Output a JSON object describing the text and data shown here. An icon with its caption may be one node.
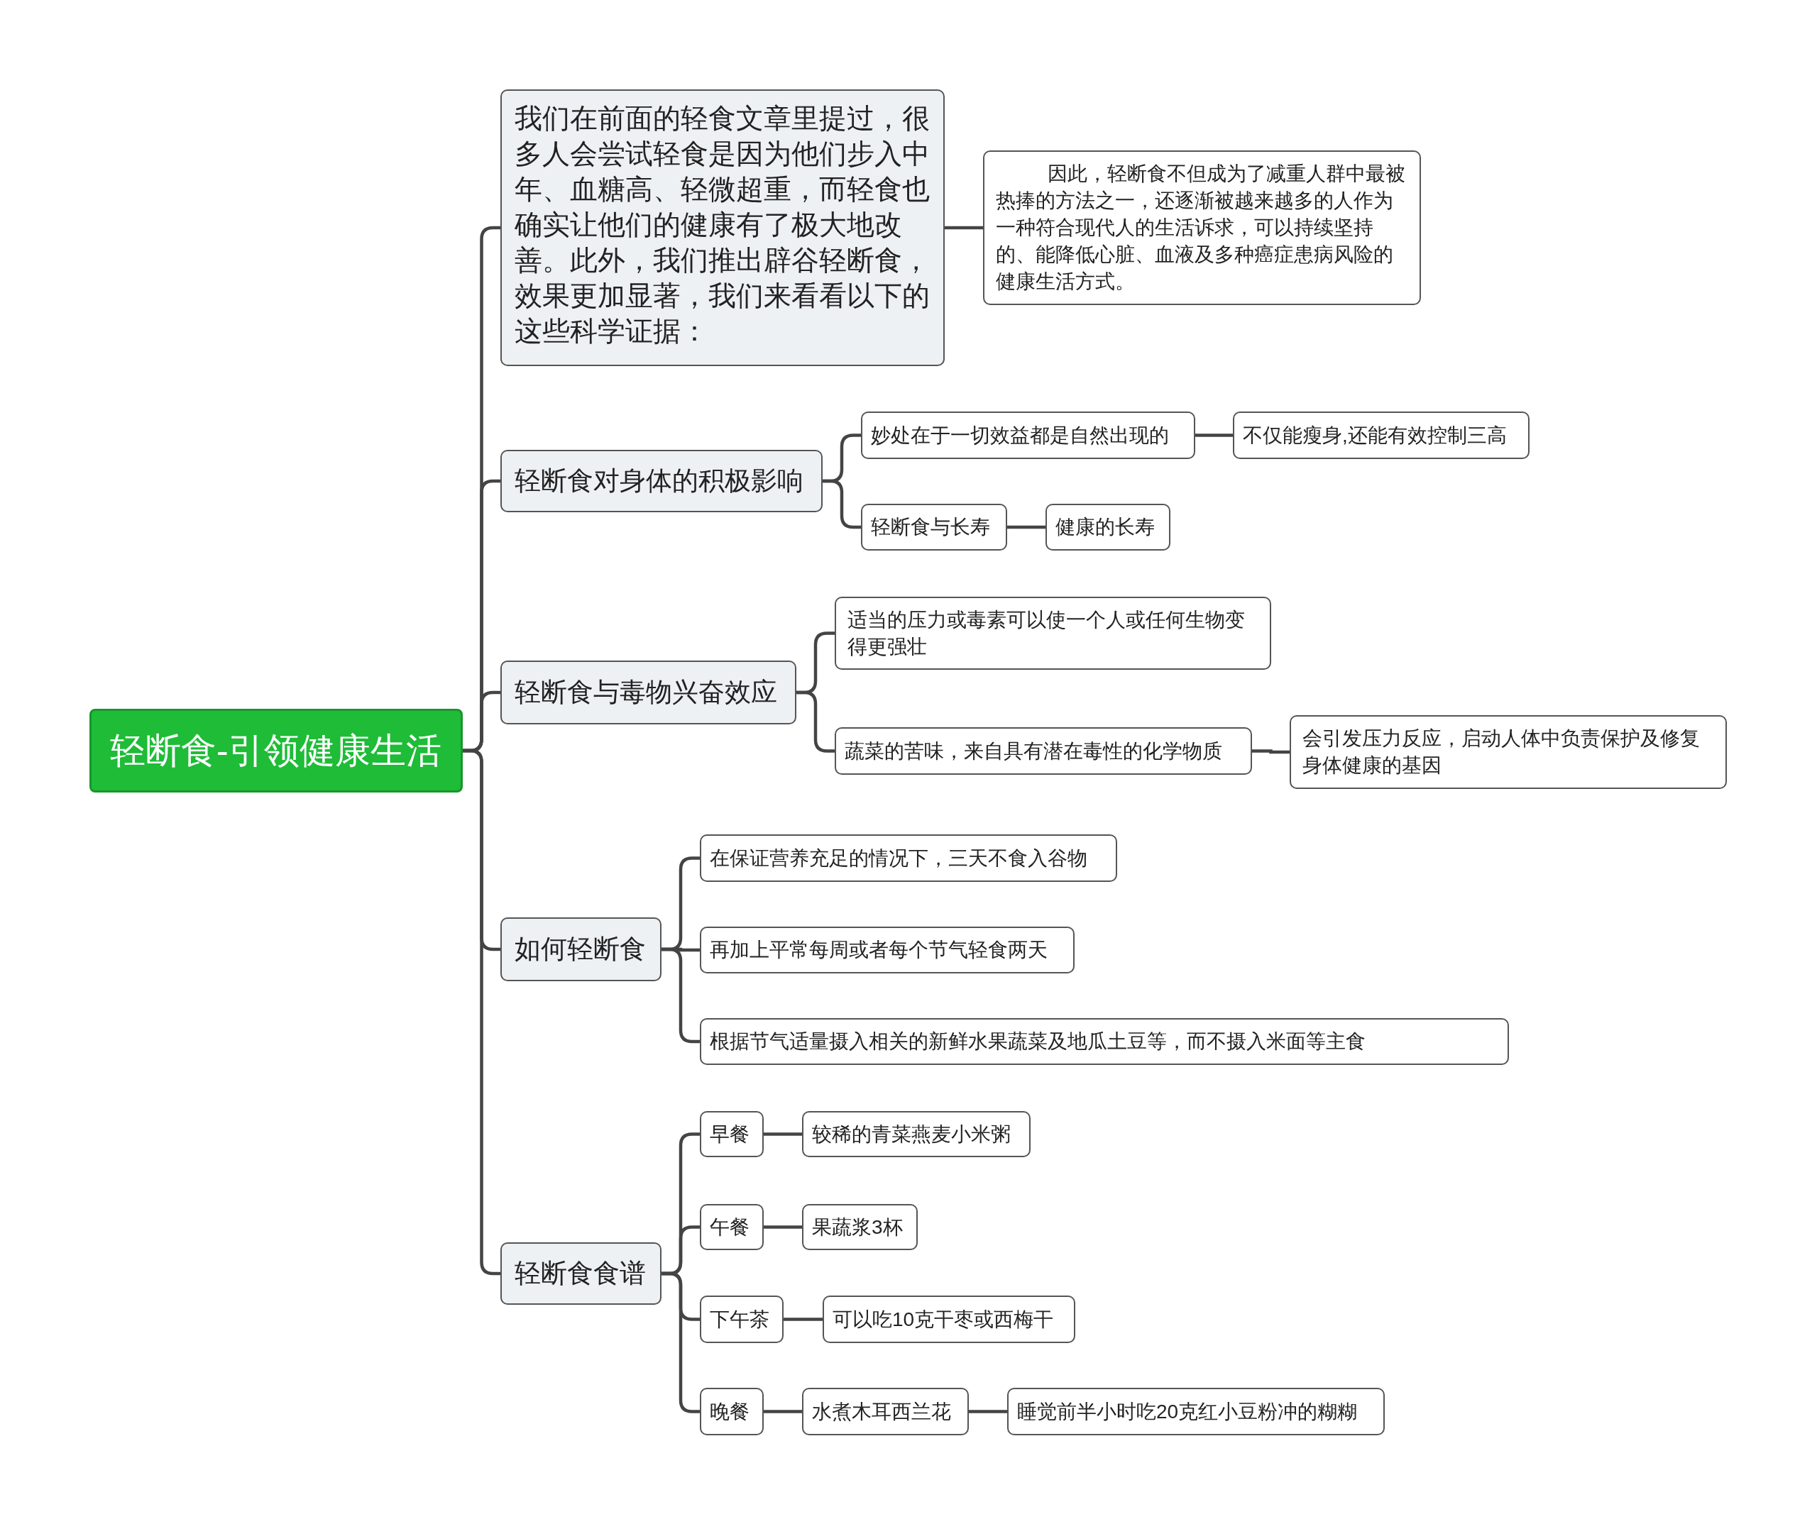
{
  "diagram": {
    "nodes": [
      {
        "text": [
          "轻断食-引领健康生活"
        ]
      },
      {
        "text": [
          "我们在前面的轻食文章里提过，很多人会尝试轻食是因为他们步入中年、血糖高、轻微超重，而轻食也确实让他们的健康有了极大地改善。此外，我们推出辟谷轻断食，效果更加显著，我们来看看以下的这些科学证据："
        ]
      },
      {
        "text": [
          "因此，轻断食不但成为了减重人群中最被热捧的方法之一，还逐渐被越来越多的人作为一种符合现代人的生活诉求，可以持续坚持的、能降低心脏、血液及多种癌症患病风险的健康生活方式。"
        ]
      },
      {
        "text": [
          "轻断食对身体的积极影响"
        ]
      },
      {
        "text": [
          "妙处在于一切效益都是自然出现的"
        ]
      },
      {
        "text": [
          "不仅能瘦身,还能有效控制三高"
        ]
      },
      {
        "text": [
          "轻断食与长寿"
        ]
      },
      {
        "text": [
          "健康的长寿"
        ]
      },
      {
        "text": [
          "轻断食与毒物兴奋效应"
        ]
      },
      {
        "text": [
          "适当的压力或毒素可以使一个人或任何生物变得更强壮"
        ]
      },
      {
        "text": [
          "蔬菜的苦味，来自具有潜在毒性的化学物质"
        ]
      },
      {
        "text": [
          "会引发压力反应，启动人体中负责保护及修复身体健康的基因"
        ]
      },
      {
        "text": [
          "如何轻断食"
        ]
      },
      {
        "text": [
          "在保证营养充足的情况下，三天不食入谷物"
        ]
      },
      {
        "text": [
          "再加上平常每周或者每个节气轻食两天"
        ]
      },
      {
        "text": [
          "根据节气适量摄入相关的新鲜水果蔬菜及地瓜土豆等，而不摄入米面等主食"
        ]
      },
      {
        "text": [
          "轻断食食谱"
        ]
      },
      {
        "text": [
          "早餐"
        ]
      },
      {
        "text": [
          "较稀的青菜燕麦小米粥"
        ]
      },
      {
        "text": [
          "午餐"
        ]
      },
      {
        "text": [
          "果蔬浆3杯"
        ]
      },
      {
        "text": [
          "下午茶"
        ]
      },
      {
        "text": [
          "可以吃10克干枣或西梅干"
        ]
      },
      {
        "text": [
          "晚餐"
        ]
      },
      {
        "text": [
          "水煮木耳西兰花"
        ]
      },
      {
        "text": [
          "睡觉前半小时吃20克红小豆粉冲的糊糊"
        ]
      }
    ],
    "edges": [
      {
        "from": 0,
        "to": 1,
        "arrow": "none"
      },
      {
        "from": 0,
        "to": 3,
        "arrow": "none"
      },
      {
        "from": 0,
        "to": 8,
        "arrow": "none"
      },
      {
        "from": 0,
        "to": 12,
        "arrow": "none"
      },
      {
        "from": 0,
        "to": 16,
        "arrow": "none"
      },
      {
        "from": 1,
        "to": 2,
        "arrow": "none"
      },
      {
        "from": 3,
        "to": 4,
        "arrow": "none"
      },
      {
        "from": 3,
        "to": 6,
        "arrow": "none"
      },
      {
        "from": 4,
        "to": 5,
        "arrow": "none"
      },
      {
        "from": 6,
        "to": 7,
        "arrow": "none"
      },
      {
        "from": 8,
        "to": 9,
        "arrow": "none"
      },
      {
        "from": 8,
        "to": 10,
        "arrow": "none"
      },
      {
        "from": 10,
        "to": 11,
        "arrow": "none"
      },
      {
        "from": 12,
        "to": 13,
        "arrow": "none"
      },
      {
        "from": 12,
        "to": 14,
        "arrow": "none"
      },
      {
        "from": 12,
        "to": 15,
        "arrow": "none"
      },
      {
        "from": 16,
        "to": 17,
        "arrow": "none"
      },
      {
        "from": 16,
        "to": 19,
        "arrow": "none"
      },
      {
        "from": 16,
        "to": 21,
        "arrow": "none"
      },
      {
        "from": 16,
        "to": 23,
        "arrow": "none"
      },
      {
        "from": 17,
        "to": 18,
        "arrow": "none"
      },
      {
        "from": 19,
        "to": 20,
        "arrow": "none"
      },
      {
        "from": 21,
        "to": 22,
        "arrow": "none"
      },
      {
        "from": 23,
        "to": 24,
        "arrow": "none"
      },
      {
        "from": 24,
        "to": 25,
        "arrow": "none"
      }
    ]
  }
}
